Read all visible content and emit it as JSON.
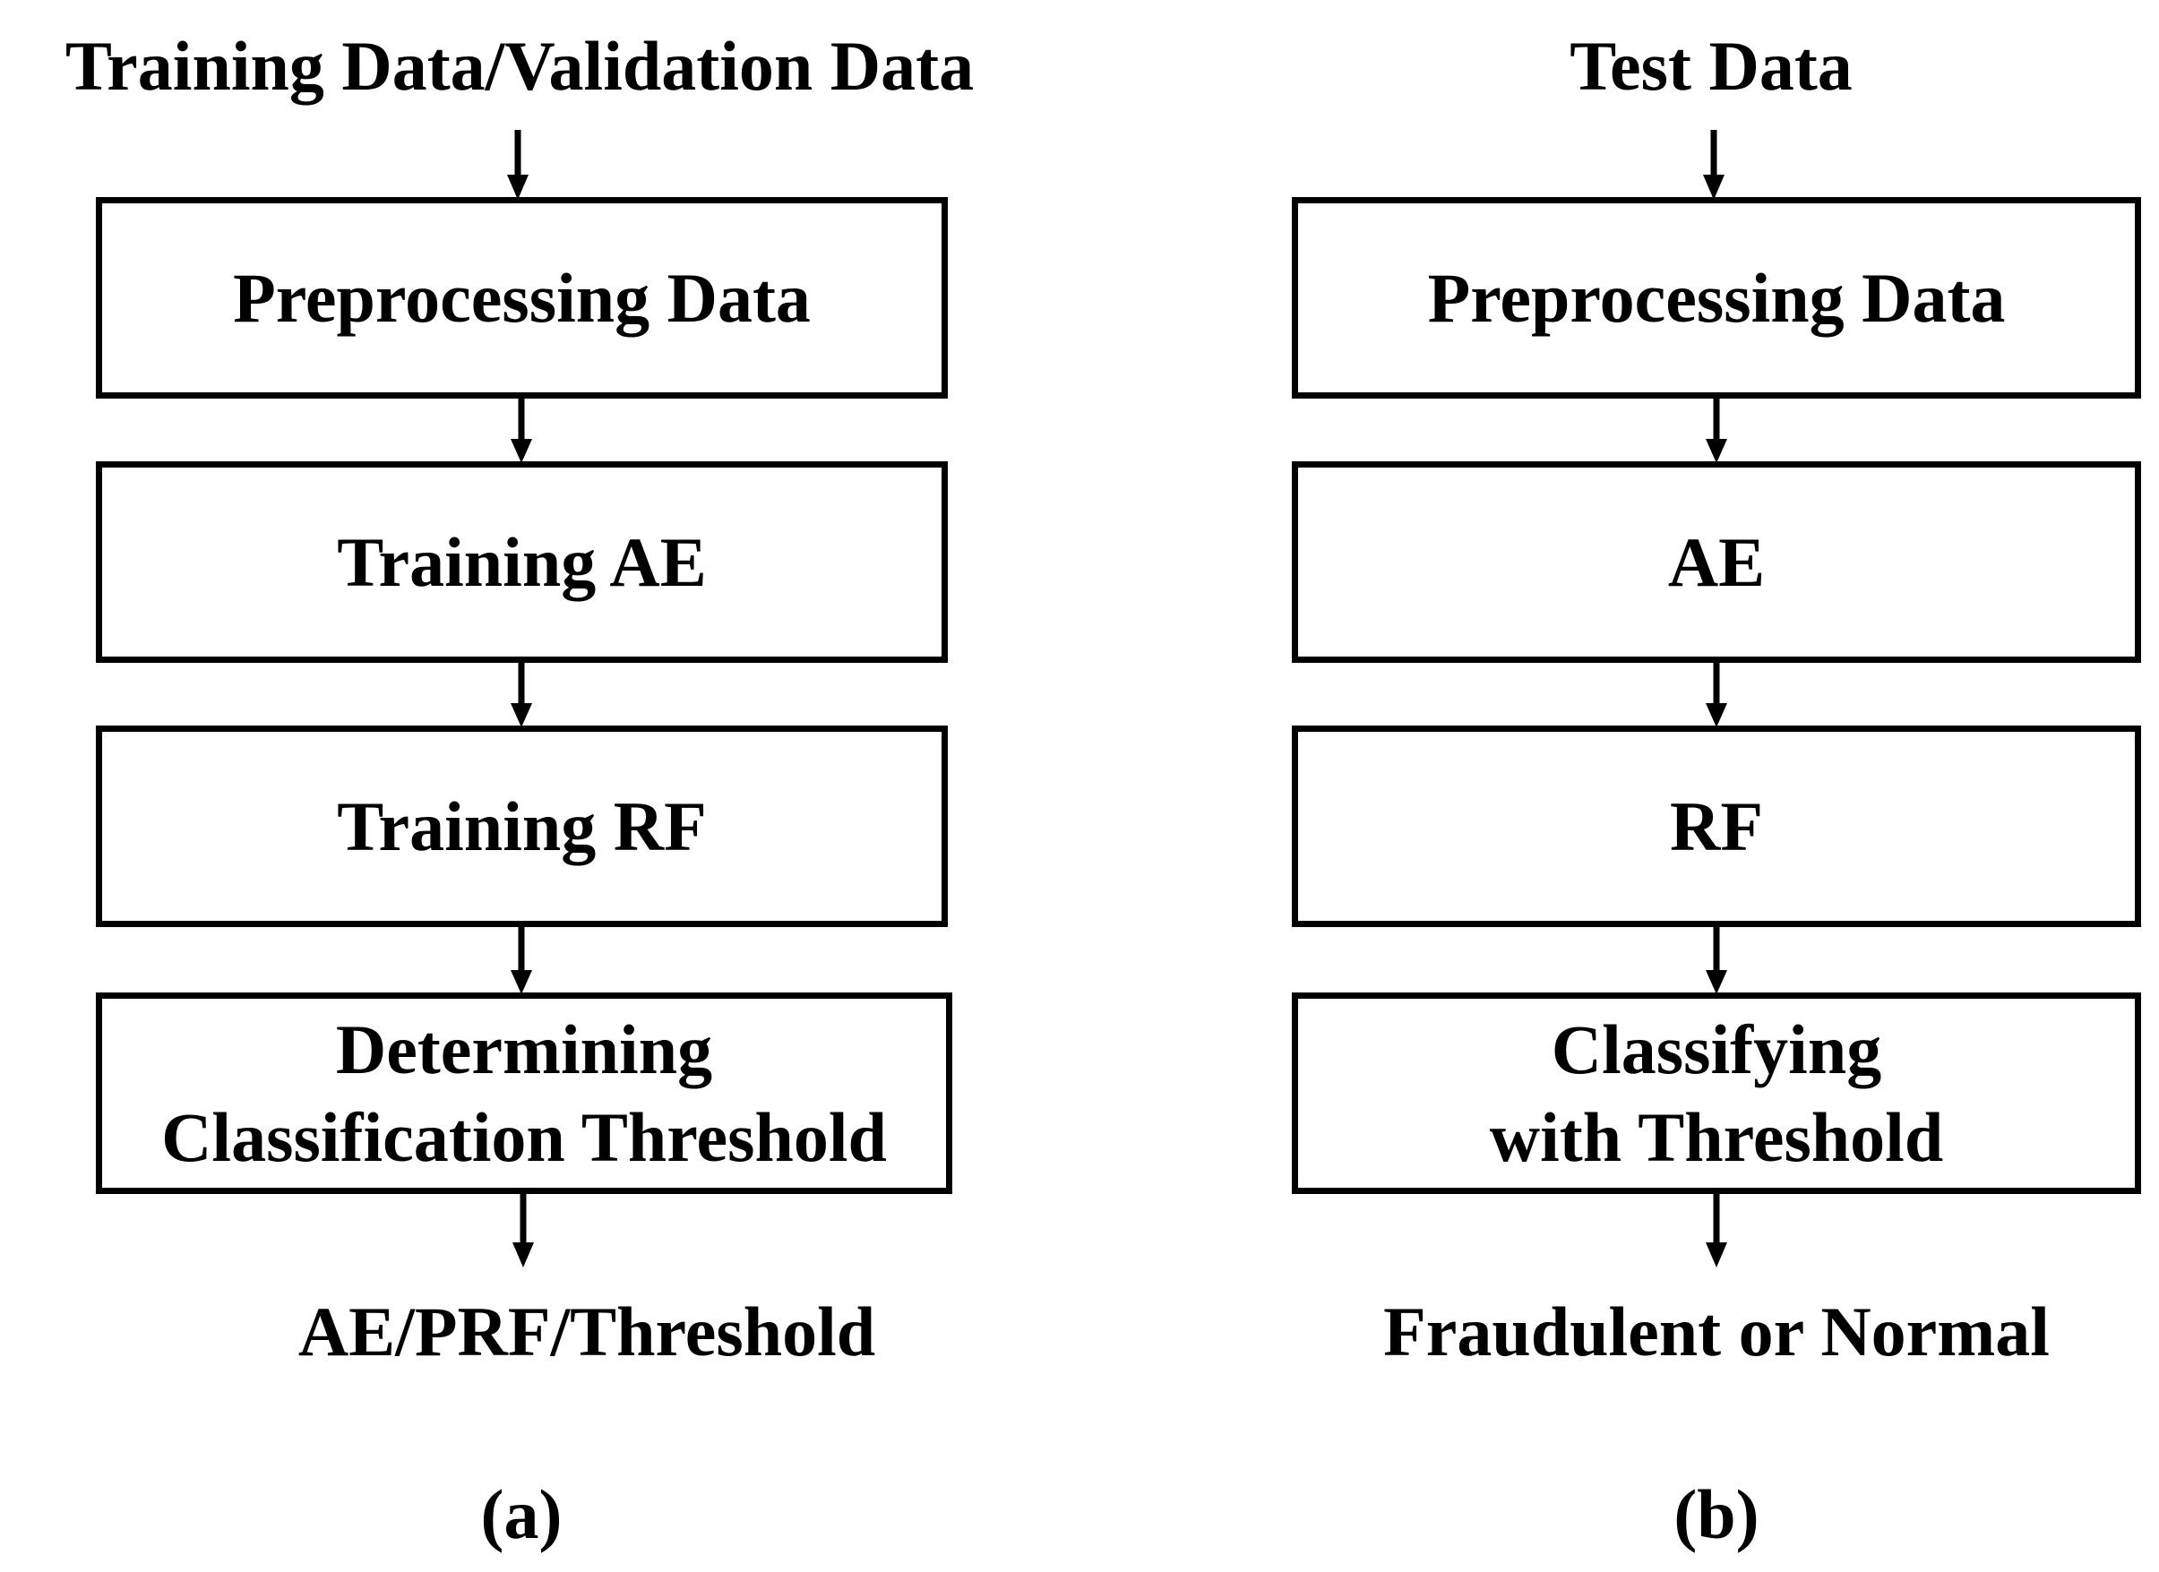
{
  "panel_a": {
    "input": "Training Data/Validation Data",
    "steps": [
      "Preprocessing Data",
      "Training AE",
      "Training RF",
      "Determining\nClassification Threshold"
    ],
    "output": "AE/PRF/Threshold",
    "caption": "(a)"
  },
  "panel_b": {
    "input": "Test Data",
    "steps": [
      "Preprocessing Data",
      "AE",
      "RF",
      "Classifying\nwith Threshold"
    ],
    "output": "Fraudulent or Normal",
    "caption": "(b)"
  }
}
